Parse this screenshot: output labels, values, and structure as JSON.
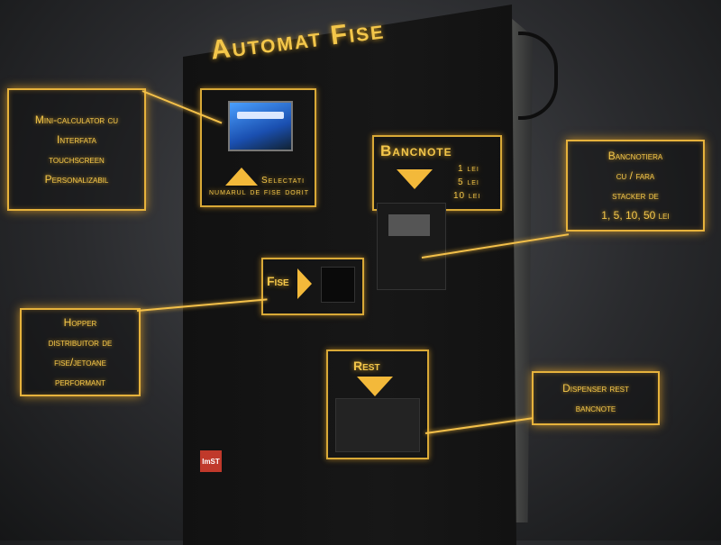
{
  "machine": {
    "title": "Automat Fise",
    "select_line1": "Selectati",
    "select_line2": "numarul de fise dorit",
    "bancnote_title": "Bancnote",
    "bancnote_values": [
      "1 lei",
      "5 lei",
      "10 lei"
    ],
    "fise_label": "Fise",
    "rest_label": "Rest",
    "logo": "ImST"
  },
  "callouts": {
    "touchscreen": [
      "Mini-calculator cu",
      "Interfata",
      "touchscreen",
      "Personalizabil"
    ],
    "bancnotiera": [
      "Bancnotiera",
      "cu / fara",
      "stacker de",
      "1, 5, 10, 50 lei"
    ],
    "hopper": [
      "Hopper",
      "distribuitor de",
      "fise/jetoane",
      "performant"
    ],
    "dispenser": [
      "Dispenser rest",
      "bancnote"
    ]
  },
  "colors": {
    "accent": "#f3c64a",
    "panel": "#141414"
  }
}
